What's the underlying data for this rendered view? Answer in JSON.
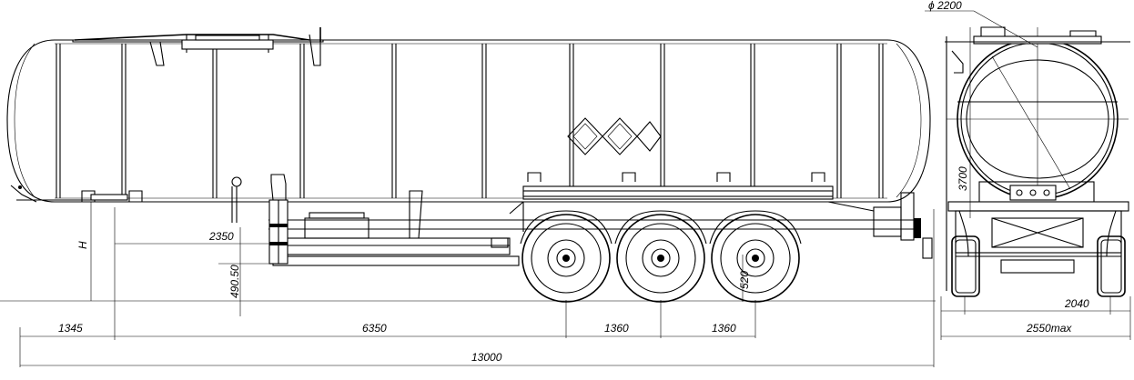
{
  "dimensions": {
    "diameter": "ϕ 2200",
    "overall_height": "3700",
    "coupling_offset": "2350",
    "h_symbol": "H",
    "fifth_wheel_height": "490.50",
    "wheel_radius": "520",
    "front_overhang": "1345",
    "kingpin_to_axle": "6350",
    "axle_spacing_1": "1360",
    "axle_spacing_2": "1360",
    "overall_length": "13000",
    "track_width": "2040",
    "max_width": "2550max"
  }
}
